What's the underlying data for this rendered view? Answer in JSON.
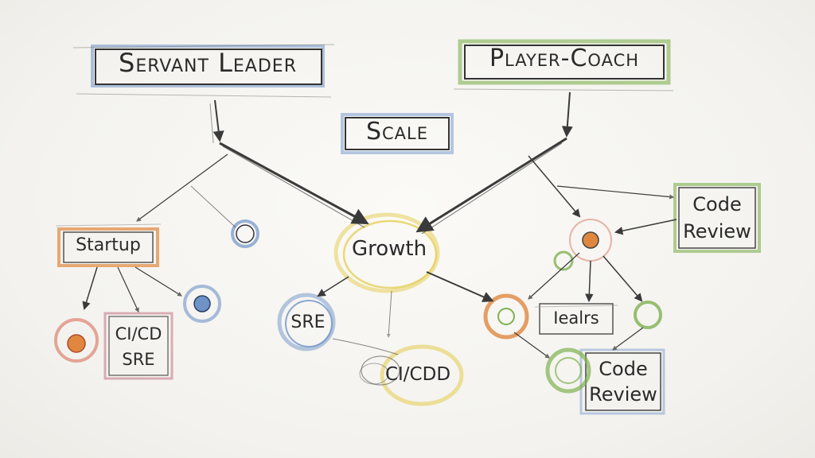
{
  "nodes": {
    "servant_leader": "Servant Leader",
    "player_coach": "Player-Coach",
    "scale": "Scale",
    "startup": "Startup",
    "growth": "Growth",
    "code_review_top": [
      "Code",
      "Review"
    ],
    "cicd_sre": [
      "CI/CD",
      "SRE"
    ],
    "sre": "SRE",
    "cicdd": "CI/CDD",
    "ieals": "Iealrs",
    "code_review_bottom": [
      "Code",
      "Review"
    ]
  },
  "colors": {
    "blue": "#6f93c7",
    "green": "#7fb050",
    "orange": "#e0873f",
    "red": "#d9705a",
    "pink": "#c77b8a",
    "yellow": "#e6cf5a",
    "ink": "#3a3a3a"
  }
}
